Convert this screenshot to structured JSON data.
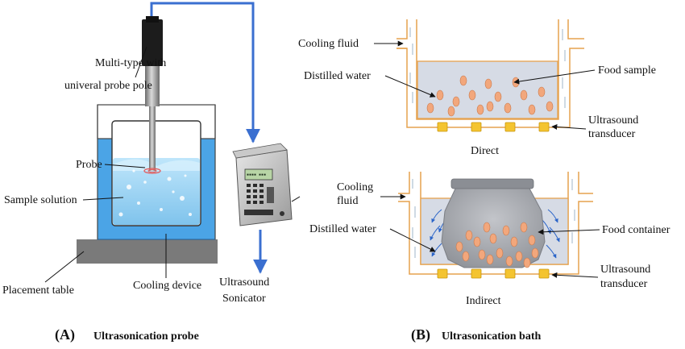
{
  "panel_a": {
    "labels": {
      "probe_pole_line1": "Multi-type with",
      "probe_pole_line2": "univeral probe pole",
      "probe": "Probe",
      "sample_solution": "Sample solution",
      "placement_table": "Placement table",
      "cooling_device": "Cooling device",
      "sonicator_line1": "Ultrasound",
      "sonicator_line2": "Sonicator"
    },
    "caption": {
      "letter": "(A)",
      "text": "Ultrasonication probe"
    }
  },
  "panel_b": {
    "direct": {
      "cooling_fluid": "Cooling fluid",
      "distilled_water": "Distilled water",
      "food_sample": "Food sample",
      "transducer_line1": "Ultrasound",
      "transducer_line2": "transducer",
      "title": "Direct"
    },
    "indirect": {
      "cooling_line1": "Cooling",
      "cooling_line2": "fluid",
      "distilled_water": "Distilled water",
      "food_container": "Food container",
      "transducer_line1": "Ultrasound",
      "transducer_line2": "transducer",
      "title": "Indirect"
    },
    "caption": {
      "letter": "(B)",
      "text": "Ultrasonication bath"
    }
  },
  "colors": {
    "water": "#a8d8f2",
    "cable": "#3a6fd0",
    "bath_fill": "#d6dbe5",
    "bath_outline": "#e6a24e",
    "transducer": "#f4c430",
    "food": "#f2a77c",
    "table": "#7a7a7a",
    "container": "#9ea1a7"
  }
}
